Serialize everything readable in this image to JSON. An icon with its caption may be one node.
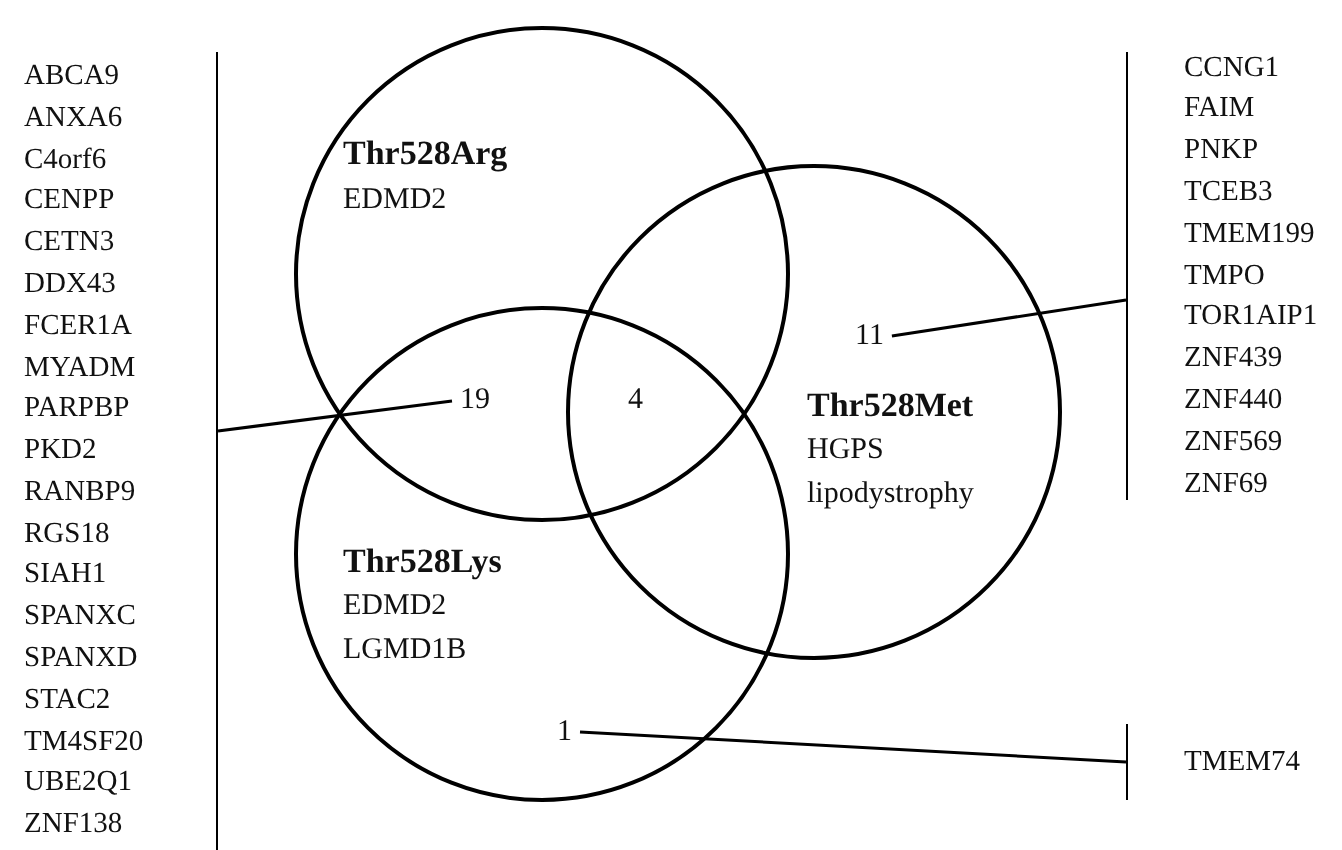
{
  "diagram": {
    "nodes": [
      {
        "text": [
          "Thr528Arg",
          "EDMD2"
        ]
      },
      {
        "text": [
          "Thr528Met",
          "HGPS",
          "lipodystrophy"
        ]
      },
      {
        "text": [
          "Thr528Lys",
          "EDMD2",
          "LGMD1B"
        ]
      },
      {
        "text": [
          "19"
        ]
      },
      {
        "text": [
          "11"
        ],
        "in": 1
      },
      {
        "text": [
          "1"
        ],
        "in": 2
      },
      {
        "text": [
          "ABCA9",
          "ANXA6",
          "C4orf6",
          "CENPP",
          "CETN3",
          "DDX43",
          "FCER1A",
          "MYADM",
          "PARPBP",
          "PKD2",
          "RANBP9",
          "RGS18",
          "SIAH1",
          "SPANXC",
          "SPANXD",
          "STAC2",
          "TM4SF20",
          "UBE2Q1",
          "ZNF138"
        ]
      },
      {
        "text": [
          "CCNG1",
          "FAIM",
          "PNKP",
          "TCEB3",
          "TMEM199",
          "TMPO",
          "TOR1AIP1",
          "ZNF439",
          "ZNF440",
          "ZNF569",
          "ZNF69"
        ]
      },
      {
        "text": [
          "TMEM74"
        ]
      }
    ],
    "edges": [
      {
        "from": 3,
        "to": 6,
        "arrow": "none"
      },
      {
        "from": 4,
        "to": 7,
        "arrow": "none"
      },
      {
        "from": 5,
        "to": 8,
        "arrow": "none"
      }
    ],
    "labels": [
      "4"
    ]
  }
}
